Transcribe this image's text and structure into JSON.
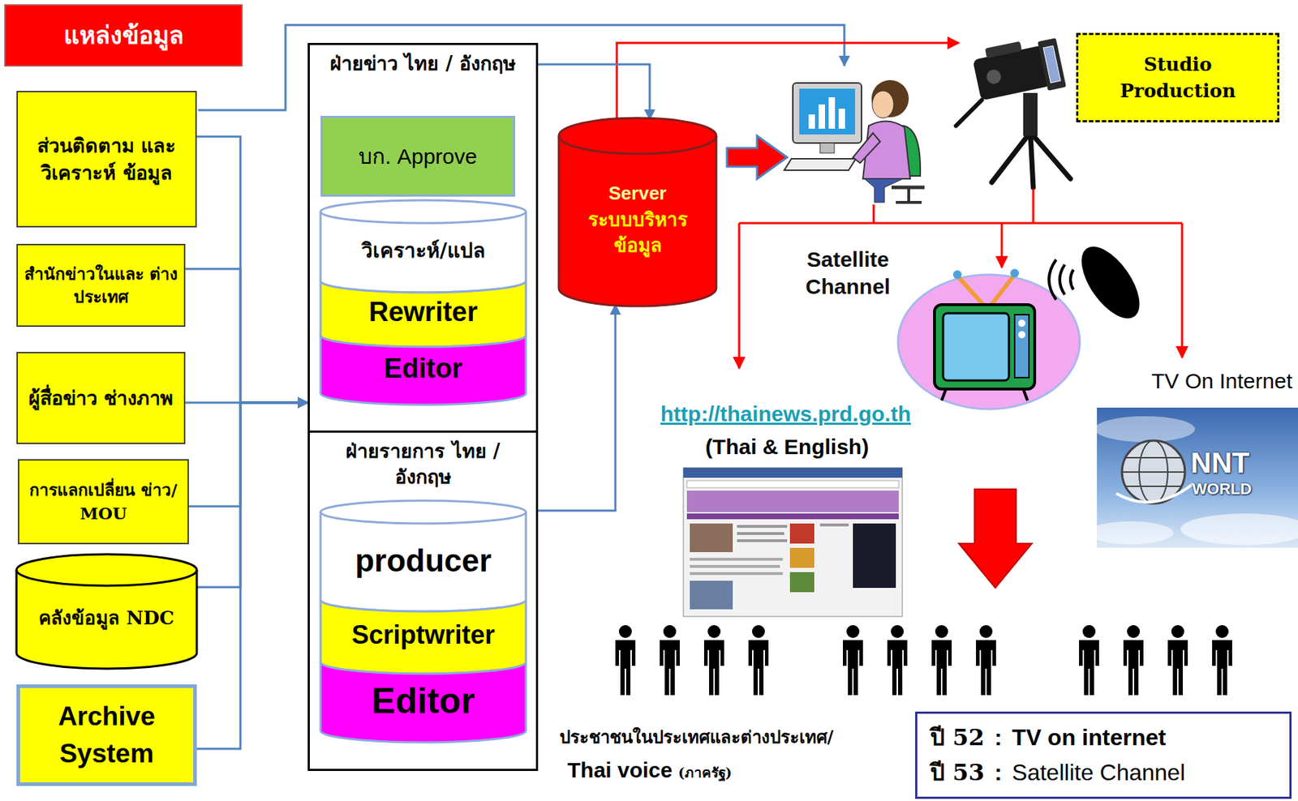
{
  "diagram": {
    "nodes": [
      {
        "text": [
          "แหล่งข้อมูล"
        ]
      },
      {
        "text": [
          "ส่วนติดตาม และวิเคราะห์ ข้อมูล"
        ]
      },
      {
        "text": [
          "สำนักข่าวในและ ต่างประเทศ"
        ]
      },
      {
        "text": [
          "ผู้สื่อข่าว ช่างภาพ"
        ]
      },
      {
        "text": [
          "การแลกเปลี่ยน ข่าว/ MOU"
        ]
      },
      {
        "text": [
          "คลังข้อมูล NDC"
        ]
      },
      {
        "text": [
          "Archive System"
        ]
      },
      {
        "text": [
          "ฝ่ายข่าว ไทย / อังกฤษ"
        ]
      },
      {
        "text": [
          "บก. Approve"
        ],
        "in": 7
      },
      {
        "text": [
          "วิเคราะห์/แปล"
        ],
        "in": 7
      },
      {
        "text": [
          "Rewriter"
        ],
        "in": 7
      },
      {
        "text": [
          "Editor"
        ],
        "in": 7
      },
      {
        "text": [
          "ฝ่ายรายการ ไทย / อังกฤษ"
        ]
      },
      {
        "text": [
          "producer"
        ],
        "in": 12
      },
      {
        "text": [
          "Scriptwriter"
        ],
        "in": 12
      },
      {
        "text": [
          "Editor"
        ],
        "in": 12
      },
      {
        "text": [
          "Server",
          "ระบบบริหาร ข้อมูล"
        ]
      },
      {
        "text": [
          "Studio Production"
        ]
      },
      {
        "text": [
          "ปี 52",
          ":",
          "TV on internet",
          "ปี 53",
          ":",
          "Satellite Channel"
        ]
      }
    ],
    "edges": [
      {
        "from": 1,
        "to": 7,
        "arrow": "to"
      },
      {
        "from": 2,
        "to": 7,
        "arrow": "to"
      },
      {
        "from": 3,
        "to": 7,
        "arrow": "to"
      },
      {
        "from": 4,
        "to": 7,
        "arrow": "to"
      },
      {
        "from": 5,
        "to": 7,
        "arrow": "to"
      },
      {
        "from": 6,
        "to": 7,
        "arrow": "to"
      },
      {
        "from": 7,
        "to": 16,
        "arrow": "to"
      },
      {
        "from": 12,
        "to": 16,
        "arrow": "to"
      }
    ],
    "labels": [
      "Satellite Channel",
      "http://thainews.prd.go.th",
      "(Thai & English)",
      "TV On Internet",
      "NNT",
      "WORLD",
      "ประชาชนในประเทศและต่างประเทศ/",
      "Thai voice",
      "(ภาครัฐ)"
    ]
  }
}
